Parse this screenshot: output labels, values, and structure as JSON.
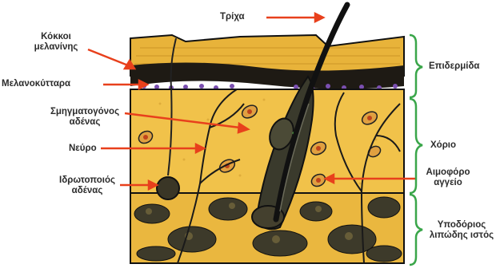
{
  "labels": {
    "hair": "Τρίχα",
    "melanin_granules_line1": "Κόκκοι",
    "melanin_granules_line2": "μελανίνης",
    "melanocytes": "Μελανοκύτταρα",
    "sebaceous_gland_line1": "Σμηγματογόνος",
    "sebaceous_gland_line2": "αδένας",
    "nerve": "Νεύρο",
    "sweat_gland_line1": "Ιδρωτοποιός",
    "sweat_gland_line2": "αδένας",
    "blood_vessel_line1": "Αιμοφόρο",
    "blood_vessel_line2": "αγγείο",
    "epidermis": "Επιδερμίδα",
    "dermis": "Χόριο",
    "hypodermis_line1": "Υποδόριος",
    "hypodermis_line2": "λιπώδης ιστός"
  },
  "colors": {
    "epidermis": "#e8b33a",
    "dermis": "#f1c24a",
    "hypodermis": "#eab73f",
    "melanin_band": "#1e1a14",
    "melanocyte_dots": "#7a4fb0",
    "arrow": "#e8401c",
    "brace": "#3aa64a",
    "outline": "#111111"
  }
}
